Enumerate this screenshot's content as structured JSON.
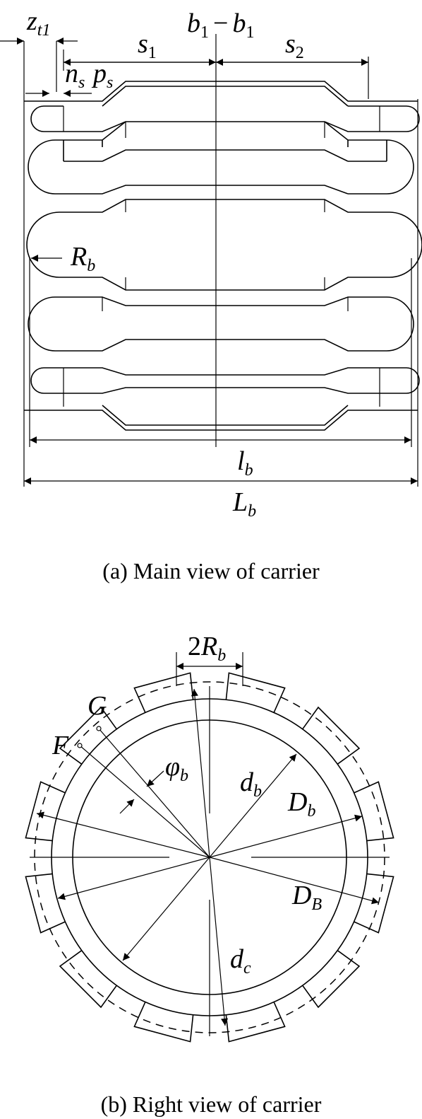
{
  "main_view": {
    "caption": "(a) Main view of carrier",
    "section": {
      "sym": "b",
      "sub": "1",
      "minus": "−"
    },
    "z": {
      "sym": "z",
      "sub": "t1"
    },
    "ns": {
      "sym": "n",
      "sub": "s"
    },
    "ps": {
      "sym": "p",
      "sub": "s"
    },
    "s1": {
      "sym": "s",
      "sub": "1"
    },
    "s2": {
      "sym": "s",
      "sub": "2"
    },
    "rb": {
      "sym": "R",
      "sub": "b"
    },
    "lb": {
      "sym": "l",
      "sub": "b"
    },
    "Lb": {
      "sym": "L",
      "sub": "b"
    }
  },
  "right_view": {
    "caption": "(b) Right view of carrier",
    "two_rb": {
      "coef": "2",
      "sym": "R",
      "sub": "b"
    },
    "G": "G",
    "F": "F",
    "phi": {
      "sym": "φ",
      "sub": "b"
    },
    "db": {
      "sym": "d",
      "sub": "b"
    },
    "Db": {
      "sym": "D",
      "sub": "b"
    },
    "DB": {
      "sym": "D",
      "sub": "B"
    },
    "dc": {
      "sym": "d",
      "sub": "c"
    }
  }
}
